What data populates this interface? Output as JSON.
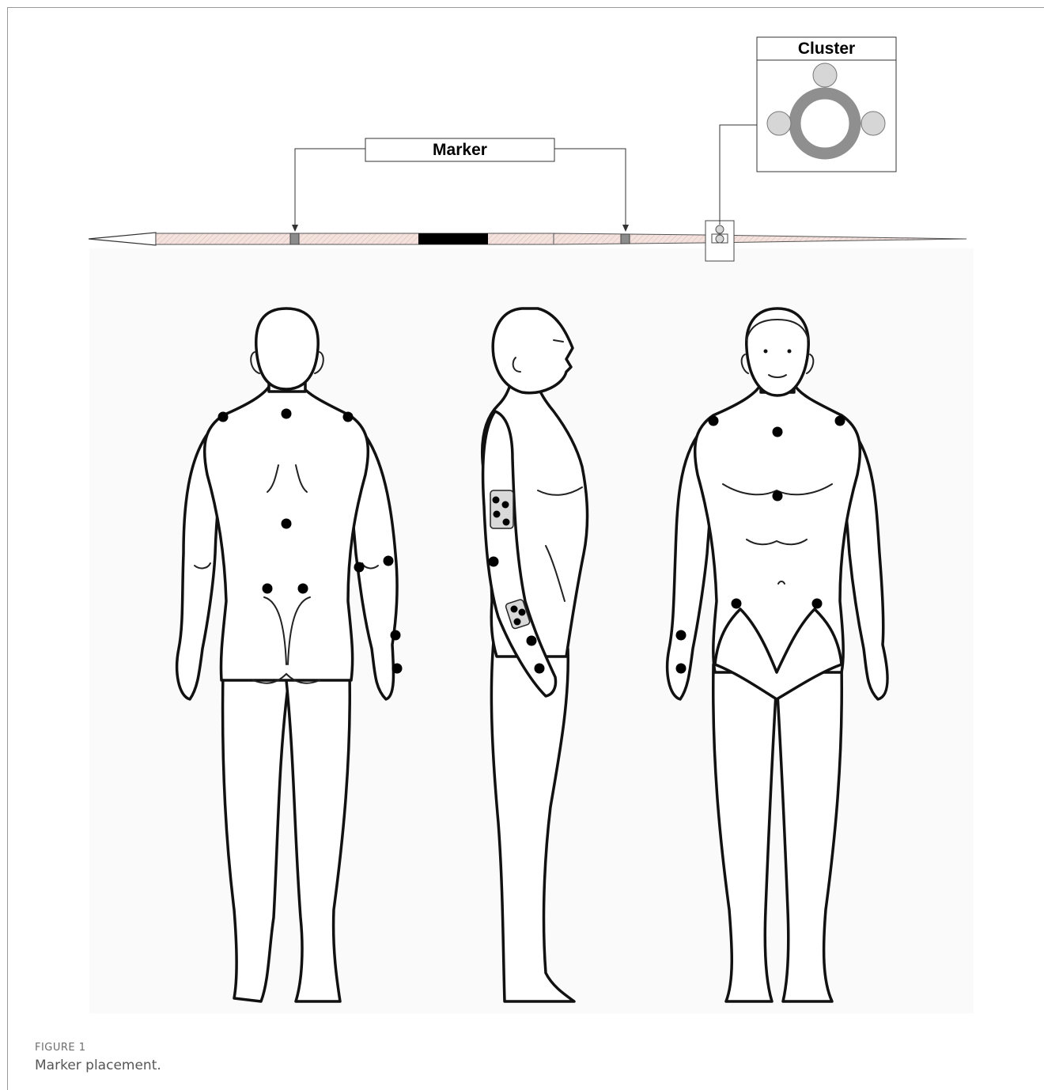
{
  "labels": {
    "marker": "Marker",
    "cluster": "Cluster"
  },
  "caption": {
    "number": "FIGURE 1",
    "text": "Marker placement."
  },
  "colors": {
    "javelin_shaft": "#f3e2de",
    "grip": "#000000",
    "marker": "#8c8c8c",
    "cluster_ring": "#8f8f8f",
    "cluster_ball": "#d6d6d6",
    "marker_dot": "#000000",
    "figure_background": "#fafafa"
  }
}
